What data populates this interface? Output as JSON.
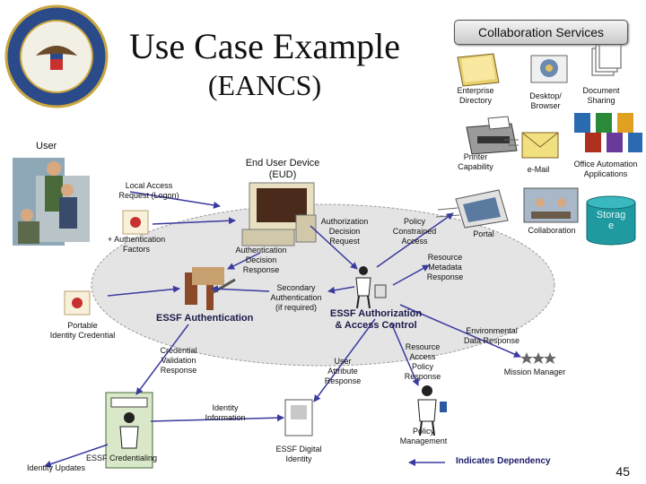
{
  "title": "Use Case Example",
  "subtitle": "(EANCS)",
  "collaboration_header": "Collaboration Services",
  "page_number": "45",
  "services": {
    "enterprise_directory": "Enterprise\nDirectory",
    "desktop_browser": "Desktop/\nBrowser",
    "document_sharing": "Document\nSharing",
    "printer_capability": "Printer\nCapability",
    "email": "e-Mail",
    "office_automation": "Office Automation\nApplications",
    "portal": "Portal",
    "collaboration": "Collaboration",
    "storage": "Storag\ne"
  },
  "labels": {
    "user": "User",
    "local_access": "Local Access\nRequest (Logon)",
    "end_user_device": "End User Device\n(EUD)",
    "plus_auth_factors": "+ Authentication\nFactors",
    "authorization_decision_request": "Authorization\nDecision\nRequest",
    "policy_constrained_access": "Policy\nConstrained\nAccess",
    "authentication_decision_response": "Authentication\nDecision\nResponse",
    "resource_metadata_response": "Resource\nMetadata\nResponse",
    "secondary_auth": "Secondary\nAuthentication\n(if required)",
    "portable_identity_credential": "Portable\nIdentity Credential",
    "essf_authentication": "ESSF Authentication",
    "essf_authorization": "ESSF Authorization\n& Access Control",
    "environmental_data_response": "Environmental\nData Response",
    "credential_validation_response": "Credential\nValidation\nResponse",
    "user_attribute_response": "User\nAttribute\nResponse",
    "resource_access_policy_response": "Resource\nAccess\nPolicy\nResponse",
    "mission_manager": "Mission Manager",
    "identity_information": "Identity\nInformation",
    "policy_management": "Policy\nManagement",
    "essf_credentialing": "ESSF Credentialing",
    "identity_updates": "Identity Updates",
    "essf_digital_identity": "ESSF Digital\nIdentity",
    "legend_indicates_dependency": "Indicates Dependency"
  },
  "colors": {
    "arrow": "#3a3aa0",
    "legend_text": "#1a1a6a",
    "ellipse_fill": "#e4e4e4",
    "storage": "#1e9aa0"
  },
  "icons": [
    "dod-seal-logo",
    "user-photos",
    "computer-icon",
    "certificate-icon",
    "gate-icon",
    "officer-icon",
    "book-icon",
    "globe-icon",
    "document-icon",
    "printer-icon",
    "envelope-icon",
    "office-apps-icon",
    "portal-icon",
    "collaboration-icon",
    "database-icon",
    "stars-icon",
    "person-icon",
    "card-icon"
  ]
}
